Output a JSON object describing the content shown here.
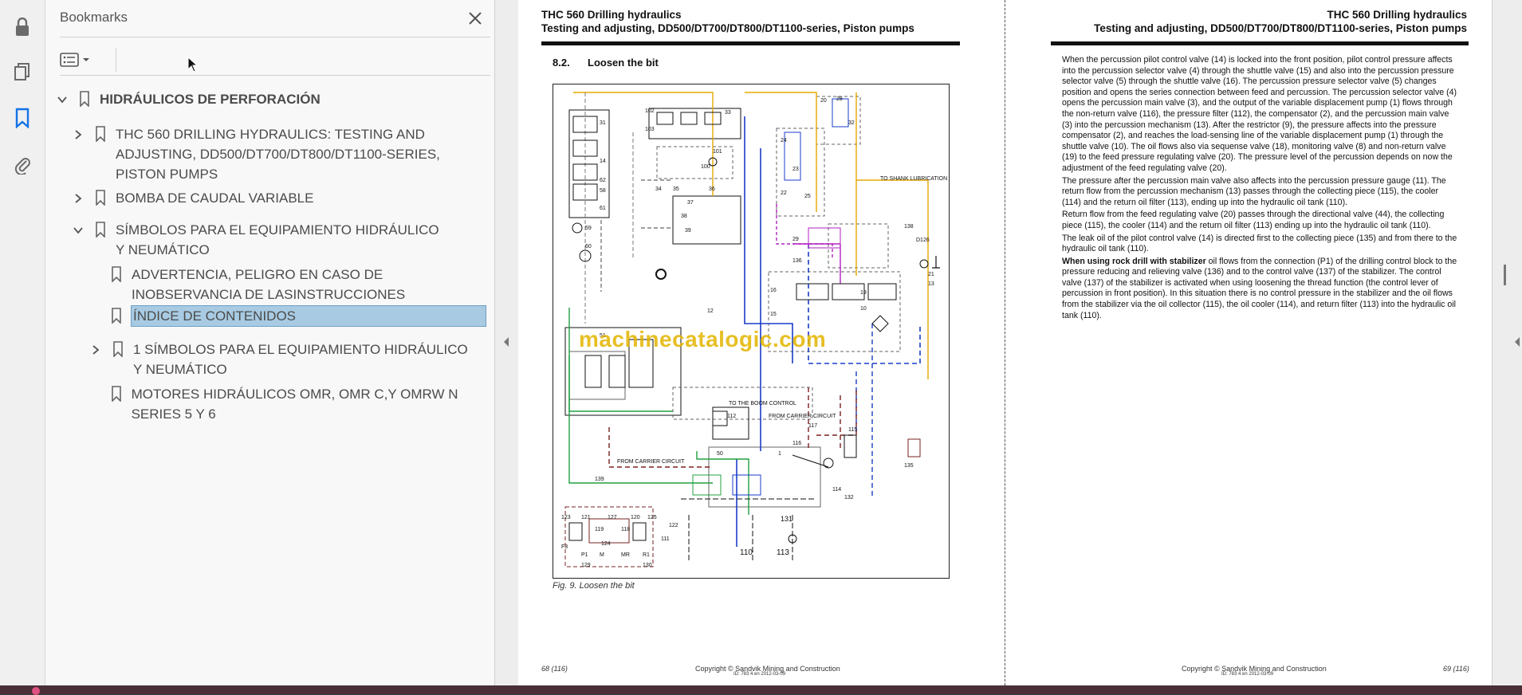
{
  "panel": {
    "title": "Bookmarks",
    "tree": [
      {
        "label": "HIDRÁULICOS DE PERFORACIÓN"
      },
      {
        "label": "THC 560 DRILLING HYDRAULICS: TESTING AND ADJUSTING, DD500/DT700/DT800/DT1100-SERIES, PISTON PUMPS"
      },
      {
        "label": "BOMBA DE CAUDAL VARIABLE"
      },
      {
        "label": "SÍMBOLOS PARA EL EQUIPAMIENTO HIDRÁULICO Y NEUMÁTICO"
      },
      {
        "label": "ADVERTENCIA, PELIGRO EN CASO DE INOBSERVANCIA DE LASINSTRUCCIONES"
      },
      {
        "label": "ÍNDICE DE CONTENIDOS"
      },
      {
        "label": "1 SÍMBOLOS PARA EL EQUIPAMIENTO HIDRÁULICO Y NEUMÁTICO"
      },
      {
        "label": "MOTORES HIDRÁULICOS OMR, OMR C,Y OMRW N SERIES 5 Y 6"
      }
    ]
  },
  "doc": {
    "header_title": "THC 560 Drilling hydraulics",
    "header_subtitle": "Testing and adjusting, DD500/DT700/DT800/DT1100-series, Piston pumps",
    "section_number": "8.2.",
    "section_title": "Loosen the bit",
    "figure_caption": "Fig. 9. Loosen the bit",
    "watermark": "machinecatalogic.com",
    "left_page_number": "68 (116)",
    "right_page_number": "69 (116)",
    "copyright": "Copyright © Sandvik Mining and Construction",
    "doc_id": "ID: 783 4 en 2012-03-09",
    "diagram_labels": {
      "to_shank": "TO SHANK LUBRICATION",
      "from_carrier_1": "FROM CARRIER CIRCUIT",
      "from_carrier_2": "FROM CARRIER CIRCUIT",
      "to_boom": "TO THE BOOM CONTROL",
      "n110": "110",
      "n113": "113",
      "n131": "131",
      "n112": "112",
      "n117": "117",
      "n115": "115",
      "n116": "116",
      "n114": "114",
      "n132": "132",
      "n135": "135",
      "n139": "139",
      "n122": "122",
      "n111": "111",
      "n50": "50",
      "n1": "1",
      "n101": "101",
      "n100": "100",
      "n102": "102",
      "n33": "33",
      "n103": "103",
      "n31": "31",
      "n14": "14",
      "n62": "62",
      "n58": "58",
      "n61": "61",
      "n59": "59",
      "n60": "60",
      "n35": "35",
      "n34": "34",
      "n36": "36",
      "n37": "37",
      "n38": "38",
      "n39": "39",
      "n28": "28",
      "n20": "20",
      "n32": "32",
      "n24": "24",
      "n23": "23",
      "n22": "22",
      "n25": "25",
      "n138": "138",
      "n126": "D126",
      "n21": "21",
      "n13": "13",
      "n136": "136",
      "n29": "29",
      "n10": "10",
      "n19": "19",
      "n16": "16",
      "n15": "15",
      "n12": "12",
      "n51": "51",
      "n123": "123",
      "n121": "121",
      "n119": "119",
      "n127": "127",
      "n118": "118",
      "n120": "120",
      "n125": "125",
      "n124": "124",
      "n129": "129",
      "n130": "130",
      "p1": "P1",
      "m": "M",
      "mr": "MR",
      "r1": "R1",
      "f3": "F3"
    },
    "paragraphs": [
      "When the percussion pilot control valve (14) is locked into the front position, pilot control pressure affects into the percussion selector valve (4) through the shuttle valve (15) and also into the percussion pressure selector valve (5) through the shuttle valve (16). The percussion pressure selector valve (5) changes position and opens the series connection between feed and percussion. The percussion selector valve (4) opens the percussion main valve (3), and the output of the variable displacement pump (1) flows through the non-return valve (116), the pressure filter (112), the compensator (2), and the percussion main valve (3) into the percussion mechanism (13). After the restrictor (9), the pressure affects into the pressure compensator (2), and reaches the load-sensing line of the variable displacement pump (1) through the shuttle valve (10). The oil flows also via sequense valve (18), monitoring valve (8) and non-return valve (19) to the feed pressure regulating valve (20). The pressure level of the percussion depends on now the adjustment of the feed regulating valve (20).",
      "The pressure after the percussion main valve also affects into the percussion pressure gauge (11). The return flow from the percussion mechanism (13) passes through the collecting piece (115), the cooler (114) and the return oil filter (113), ending up into the hydraulic oil tank (110).",
      "Return flow from the feed regulating valve (20) passes through the directional valve (44), the collecting piece (115), the cooler (114) and the return oil filter (113) ending up into the hydraulic oil tank (110).",
      "The leak oil of the pilot control valve (14) is directed first to the collecting piece (135) and from there to the hydraulic oil tank (110)."
    ],
    "stabilizer_lead": "When using rock drill with stabilizer",
    "stabilizer_text": " oil flows from the connection (P1) of the drilling control block to the pressure reducing and relieving valve (136) and to the control valve (137) of the stabilizer. The control valve (137) of the stabilizer is activated when using loosening the thread function (the control lever of percussion in front position). In this situation there is no control pressure in the stabilizer and the oil flows from the stabilizer via the oil collector (115), the oil cooler (114), and return filter (113) into the hydraulic oil tank (110)."
  }
}
